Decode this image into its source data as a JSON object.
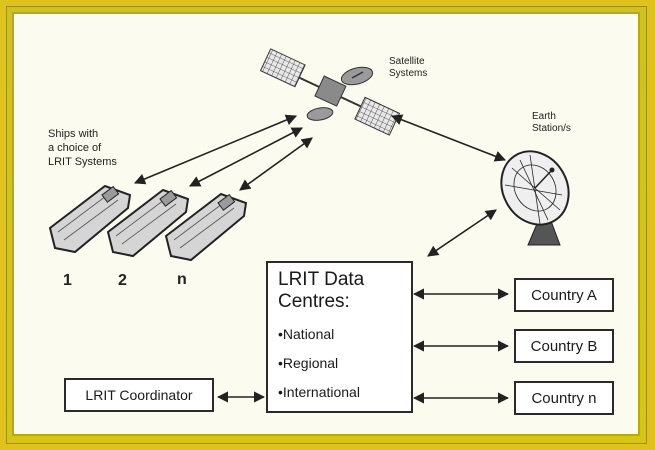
{
  "labels": {
    "ships": [
      "Ships with",
      "a choice of",
      "LRIT Systems"
    ],
    "satellite": [
      "Satellite",
      "Systems"
    ],
    "earth_station": [
      "Earth",
      "Station/s"
    ]
  },
  "ship_numbers": [
    "1",
    "2",
    "n"
  ],
  "data_centres": {
    "title_line1": "LRIT Data",
    "title_line2": "Centres:",
    "items": [
      "•National",
      "•Regional",
      "•International"
    ]
  },
  "coordinator": "LRIT Coordinator",
  "countries": [
    "Country A",
    "Country B",
    "Country n"
  ],
  "colors": {
    "outer_frame": "#e0c21c",
    "panel": "#fbfbf0",
    "ship_hull": "#d5d5d5",
    "line": "#222222"
  }
}
